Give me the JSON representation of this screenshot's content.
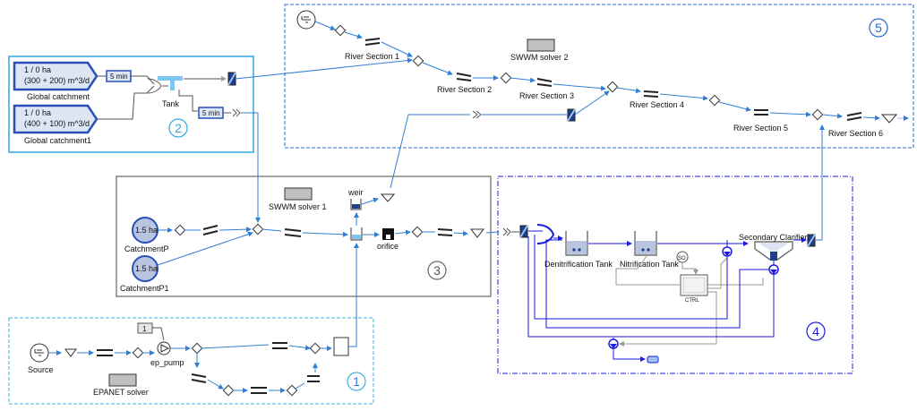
{
  "colors": {
    "link": "#2f7fd6",
    "darkLink": "#1a1ae0",
    "grayLink": "#9a9a9a",
    "catchmentFill": "#dde6f5",
    "catchmentStroke": "#2a4fb8",
    "tankFill": "#b8c4e0",
    "frame5": "#2a67c8",
    "frame2": "#2fa8e0",
    "frame4": "#1a1ae0",
    "frame1": "#40b0d8",
    "frame3": "#666666"
  },
  "groups": {
    "g1": "1",
    "g2": "2",
    "g3": "3",
    "g4": "4",
    "g5": "5"
  },
  "block2": {
    "catch1_line1": "1 / 0 ha",
    "catch1_line2": "(300 + 200) m^3/d",
    "catch1_name": "Global catchment",
    "catch2_line1": "1 / 0 ha",
    "catch2_line2": "(400 + 100) m^3/d",
    "catch2_name": "Global catchment1",
    "delay1": "5 min",
    "delay2": "5 min",
    "tank": "Tank"
  },
  "block5": {
    "solver": "SWWM solver 2",
    "rs1": "River Section 1",
    "rs2": "River Section 2",
    "rs3": "River Section 3",
    "rs4": "River Section 4",
    "rs5": "River Section 5",
    "rs6": "River Section 6"
  },
  "block3": {
    "solver": "SWWM solver 1",
    "catchA": "1.5 ha",
    "catchA_name": "CatchmentP",
    "catchB": "1.5 ha",
    "catchB_name": "CatchmentP1",
    "weir": "weir",
    "orifice": "orifice"
  },
  "block4": {
    "denit": "Denitrification Tank",
    "nit": "Nitrification Tank",
    "clarifier": "Secondary Clarifier",
    "so": "SO",
    "ctrl": "CTRL"
  },
  "block1": {
    "source": "Source",
    "pump": "ep_pump",
    "solver": "EPANET solver",
    "constant": "1"
  }
}
